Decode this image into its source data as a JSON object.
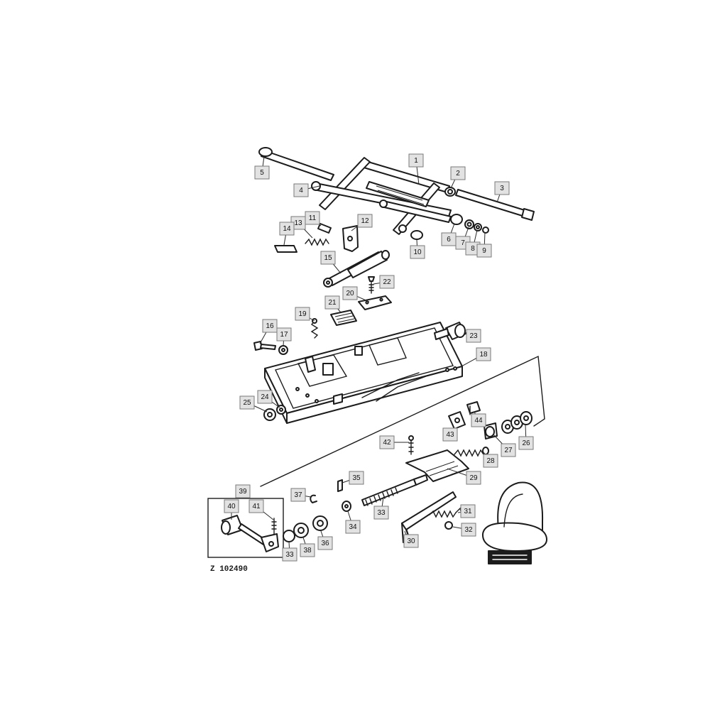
{
  "drawing_id": "Z 102490",
  "callouts": [
    "1",
    "2",
    "3",
    "4",
    "5",
    "6",
    "7",
    "8",
    "9",
    "10",
    "11",
    "12",
    "13",
    "14",
    "15",
    "16",
    "17",
    "18",
    "19",
    "20",
    "21",
    "22",
    "23",
    "24",
    "25",
    "26",
    "27",
    "28",
    "29",
    "30",
    "31",
    "32",
    "33",
    "33",
    "34",
    "35",
    "36",
    "37",
    "38",
    "39",
    "40",
    "41",
    "42",
    "43",
    "44"
  ],
  "colors": {
    "line": "#1c1c1c",
    "callout_fill": "#e2e2e2",
    "callout_border": "#7a7a7a",
    "background": "#ffffff"
  }
}
